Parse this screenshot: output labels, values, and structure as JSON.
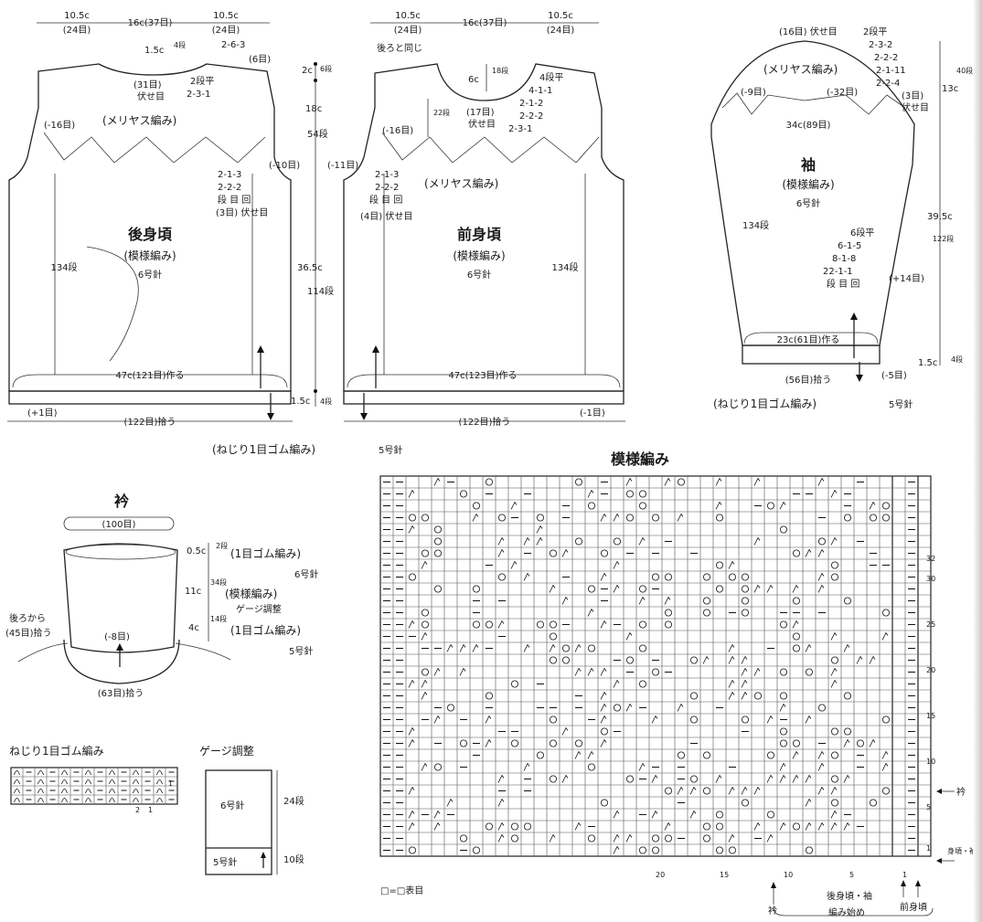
{
  "back_panel": {
    "title": "後身頃",
    "subtitle": "(模様編み)",
    "needle": "6号針",
    "top_widths": [
      "10.5c",
      "16c(37目)",
      "10.5c"
    ],
    "top_counts": [
      "(24目)",
      "(24目)"
    ],
    "neck_rows": "1.5c",
    "neck_rows_count": "4段",
    "neck_dec": "2-6-3",
    "neck_dec_unit": "(6目)",
    "neck_bind": "(31目)",
    "neck_bind2": "伏せ目",
    "neck_rule1": "2段平",
    "neck_rule2": "2-3-1",
    "yoke": "(メリヤス編み)",
    "yoke_inc": "(-16目)",
    "armhole_inc": "(-10目)",
    "armhole_rules": [
      "2-1-3",
      "2-2-2"
    ],
    "armhole_unit": "段 目 回",
    "armhole_bind": "(3目) 伏せ目",
    "side_rows": "134段",
    "cast_on": "47c(121目)作る",
    "ribbing_inc": "(+1目)",
    "pickup": "(122目)拾う"
  },
  "center_dims": {
    "top": "2c",
    "top_rows": "6段",
    "yoke": "18c",
    "yoke_rows": "54段",
    "body": "36.5c",
    "body_rows": "114段",
    "rib": "1.5c",
    "rib_rows": "4段"
  },
  "front_panel": {
    "title": "前身頃",
    "subtitle": "(模様編み)",
    "needle": "6号針",
    "top_widths": [
      "10.5c",
      "16c(37目)",
      "10.5c"
    ],
    "top_counts": [
      "(24目)",
      "(24目)"
    ],
    "same_as_back": "後ろと同じ",
    "neck_depth": "6c",
    "neck_depth_rows": "18段",
    "neck_rules": [
      "4段平",
      "4-1-1",
      "2-1-2",
      "2-2-2",
      "2-3-1"
    ],
    "side_depth": "22段",
    "neck_bind": "(17目)",
    "neck_bind2": "伏せ目",
    "yoke": "(メリヤス編み)",
    "yoke_inc": "(-16目)",
    "armhole_inc": "(-11目)",
    "armhole_rules": [
      "2-1-3",
      "2-2-2"
    ],
    "armhole_unit": "段 目 回",
    "armhole_bind": "(4目) 伏せ目",
    "side_rows": "134段",
    "cast_on": "47c(123目)作る",
    "ribbing_dec": "(-1目)",
    "pickup": "(122目)拾う"
  },
  "body_ribbing": {
    "label": "(ねじり1目ゴム編み)",
    "needle": "5号針"
  },
  "sleeve": {
    "title": "袖",
    "subtitle": "(模様編み)",
    "needle": "6号針",
    "top_bind": "(16目) 伏せ目",
    "cap_rules": [
      "2段平",
      "2-3-2",
      "2-2-2",
      "2-1-11",
      "2-2-4"
    ],
    "cap_bind": "(3目)",
    "cap_bind2": "伏せ目",
    "cap_height": "13c",
    "cap_rows": "40段",
    "yoke": "(メリヤス編み)",
    "yoke_left": "(-9目)",
    "yoke_right": "(-32目)",
    "width": "34c(89目)",
    "side_rows": "134段",
    "inc_rules": [
      "6段平",
      "6-1-5",
      "8-1-8",
      "22-1-1"
    ],
    "inc_unit": "段 目 回",
    "inc_total": "(+14目)",
    "length": "39.5c",
    "length_rows": "122段",
    "cast_on": "23c(61目)作る",
    "pickup": "(56目)拾う",
    "rib_dec": "(-5目)",
    "rib": "1.5c",
    "rib_rows": "4段",
    "ribbing": "(ねじり1目ゴム編み)",
    "ribbing_needle": "5号針"
  },
  "collar": {
    "title": "衿",
    "top_count": "(100目)",
    "h1": "0.5c",
    "h1_rows": "2段",
    "h1_label": "(1目ゴム編み)",
    "h1_needle": "6号針",
    "h2": "11c",
    "h2_rows": "34段",
    "h2_label": "(模様編み)",
    "h2_note": "ゲージ調整",
    "h3": "4c",
    "h3_rows": "14段",
    "h3_label": "(1目ゴム編み)",
    "h3_needle": "5号針",
    "from_back": "後ろから",
    "from_back_pick": "(45目)拾う",
    "dec": "(-8目)",
    "pickup": "(63目)拾う"
  },
  "rib_chart": {
    "title": "ねじり1目ゴム編み",
    "row_marks": [
      "1"
    ],
    "col_marks": [
      "2",
      "1"
    ]
  },
  "gauge_chart": {
    "title": "ゲージ調整",
    "upper_needle": "6号針",
    "upper_rows": "24段",
    "lower_needle": "5号針",
    "lower_rows": "10段"
  },
  "pattern_chart": {
    "title": "模様編み",
    "row_labels": [
      "32",
      "30",
      "25",
      "20",
      "15",
      "10",
      "5",
      "1"
    ],
    "col_labels": [
      "20",
      "15",
      "10",
      "5",
      "1"
    ],
    "legend": "□=□表目",
    "collar_arrow": "衿",
    "collar_start": "衿",
    "body_sleeve_start": "身頃・袖",
    "back_sleeve": "後身頃・袖",
    "front": "前身頃",
    "start": "編み始め"
  }
}
